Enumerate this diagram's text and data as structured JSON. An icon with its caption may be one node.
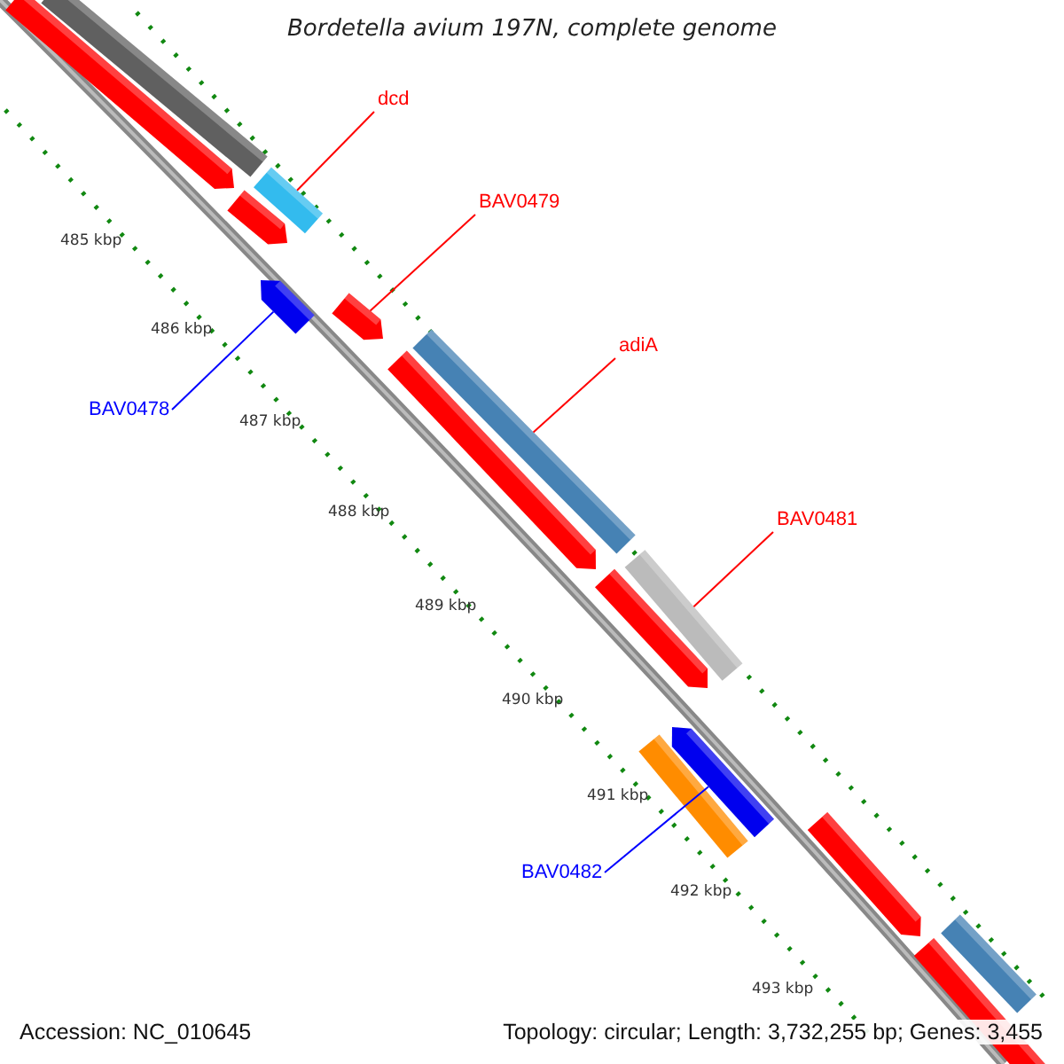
{
  "diagram": {
    "title": "Bordetella avium 197N, complete genome",
    "nodes": [
      {
        "text": [
          "dcd"
        ]
      },
      {
        "text": [
          "BAV0479"
        ]
      },
      {
        "text": [
          "adiA"
        ]
      },
      {
        "text": [
          "BAV0478"
        ]
      },
      {
        "text": [
          "BAV0481"
        ]
      },
      {
        "text": [
          "BAV0482"
        ]
      },
      {
        "text": [],
        "shape": "bar"
      },
      {
        "text": [],
        "shape": "bar"
      },
      {
        "text": [],
        "shape": "bar"
      },
      {
        "text": [],
        "shape": "bar"
      },
      {
        "text": [],
        "shape": "bar"
      },
      {
        "text": [],
        "shape": "bar"
      },
      {
        "text": [],
        "shape": "bar"
      },
      {
        "text": [],
        "shape": "bar"
      },
      {
        "text": [],
        "shape": "bar"
      },
      {
        "text": [],
        "shape": "bar"
      },
      {
        "text": [],
        "shape": "bar"
      },
      {
        "text": [],
        "shape": "bar"
      },
      {
        "text": [],
        "shape": "bar"
      },
      {
        "text": [],
        "shape": "bar"
      },
      {
        "text": [],
        "shape": "bar"
      }
    ],
    "edges": [
      {
        "from": 0,
        "to": 8,
        "arrow": "none"
      },
      {
        "from": 1,
        "to": 11,
        "arrow": "none"
      },
      {
        "from": 2,
        "to": 12,
        "arrow": "none"
      },
      {
        "from": 3,
        "to": 10,
        "arrow": "none",
        "color": "#0000ff"
      },
      {
        "from": 4,
        "to": 14,
        "arrow": "none"
      },
      {
        "from": 5,
        "to": 17,
        "arrow": "none",
        "color": "#0000ff"
      }
    ],
    "labels": [
      "485 kbp",
      "486 kbp",
      "487 kbp",
      "488 kbp",
      "489 kbp",
      "490 kbp",
      "491 kbp",
      "492 kbp",
      "493 kbp",
      "Accession: NC_010645",
      "Topology: circular; Length: 3,732,255 bp; Genes: 3,455"
    ]
  }
}
